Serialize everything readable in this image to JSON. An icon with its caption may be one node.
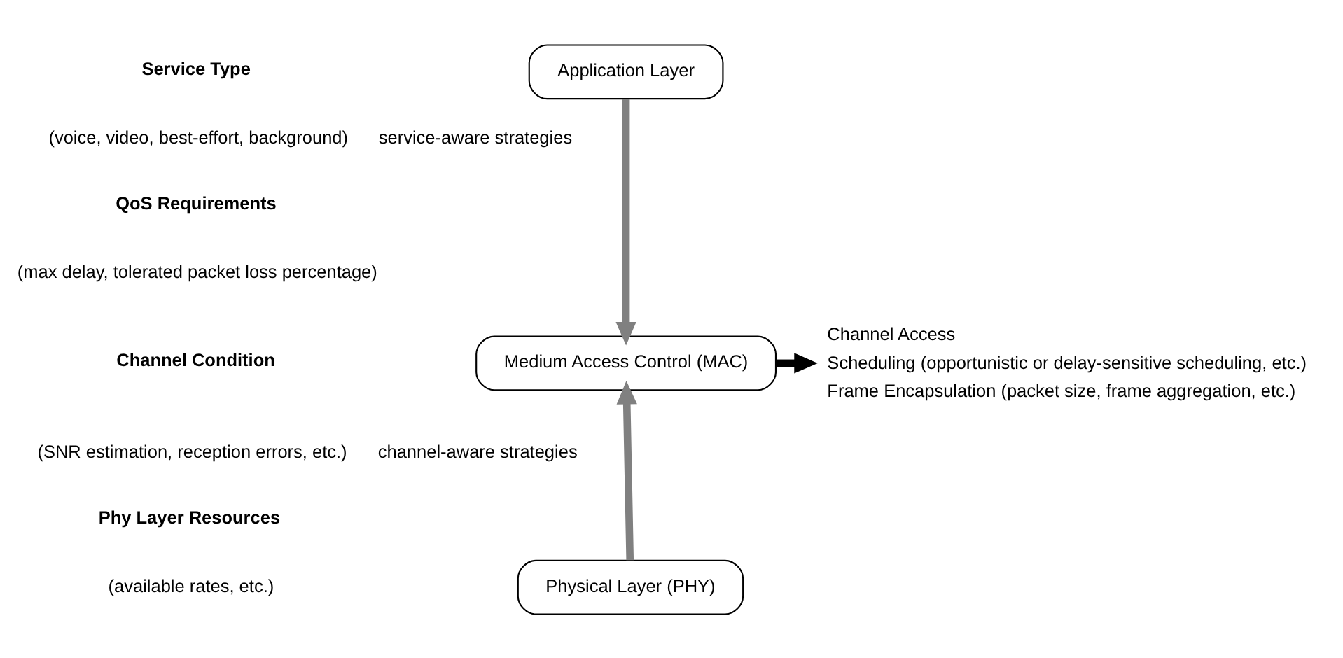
{
  "diagram": {
    "nodes": [
      {
        "text": [
          "Application Layer"
        ]
      },
      {
        "text": [
          "Medium Access Control (MAC)"
        ]
      },
      {
        "text": [
          "Physical Layer (PHY)"
        ]
      },
      {
        "text": [
          "Channel Access",
          "Scheduling (opportunistic or delay-sensitive scheduling, etc.)",
          "Frame Encapsulation (packet size, frame aggregation, etc.)"
        ]
      }
    ],
    "edges": [
      {
        "from": 0,
        "to": 1,
        "arrow": "to",
        "color": "#808080"
      },
      {
        "from": 2,
        "to": 1,
        "arrow": "to",
        "color": "#808080"
      },
      {
        "from": 1,
        "to": 3,
        "arrow": "to",
        "color": "#000000"
      }
    ],
    "labels": [
      "service-aware strategies",
      "Service Type",
      "(voice, video, best-effort, background)",
      "QoS Requirements",
      "(max delay, tolerated packet loss percentage)",
      "channel-aware strategies",
      "Channel Condition",
      "(SNR estimation, reception errors, etc.)",
      "Phy Layer Resources",
      "(available rates, etc.)"
    ]
  }
}
